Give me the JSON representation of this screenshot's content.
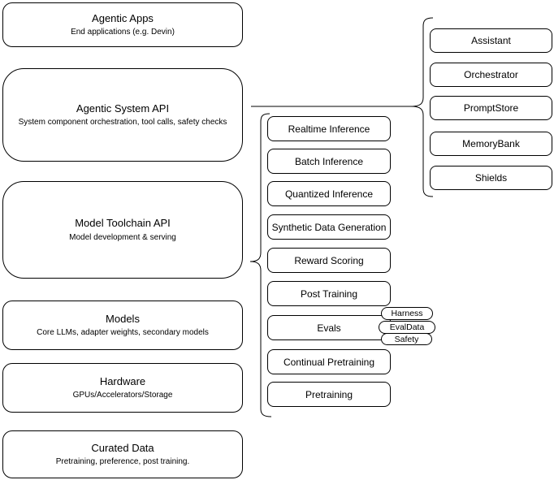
{
  "diagram": {
    "left_stack": [
      {
        "title": "Agentic Apps",
        "subtitle": "End applications (e.g. Devin)"
      },
      {
        "title": "Agentic System API",
        "subtitle": "System component orchestration, tool calls, safety checks"
      },
      {
        "title": "Model Toolchain API",
        "subtitle": "Model development & serving"
      },
      {
        "title": "Models",
        "subtitle": "Core LLMs, adapter weights, secondary models"
      },
      {
        "title": "Hardware",
        "subtitle": "GPUs/Accelerators/Storage"
      },
      {
        "title": "Curated Data",
        "subtitle": "Pretraining, preference, post training."
      }
    ],
    "toolchain_items": [
      "Realtime Inference",
      "Batch Inference",
      "Quantized Inference",
      "Synthetic Data Generation",
      "Reward Scoring",
      "Post Training",
      "Evals",
      "Continual Pretraining",
      "Pretraining"
    ],
    "eval_tags": [
      "Harness",
      "EvalData",
      "Safety"
    ],
    "system_components": [
      "Assistant",
      "Orchestrator",
      "PromptStore",
      "MemoryBank",
      "Shields"
    ],
    "colors": {
      "stroke": "#000000",
      "background": "#ffffff",
      "text": "#000000"
    }
  }
}
